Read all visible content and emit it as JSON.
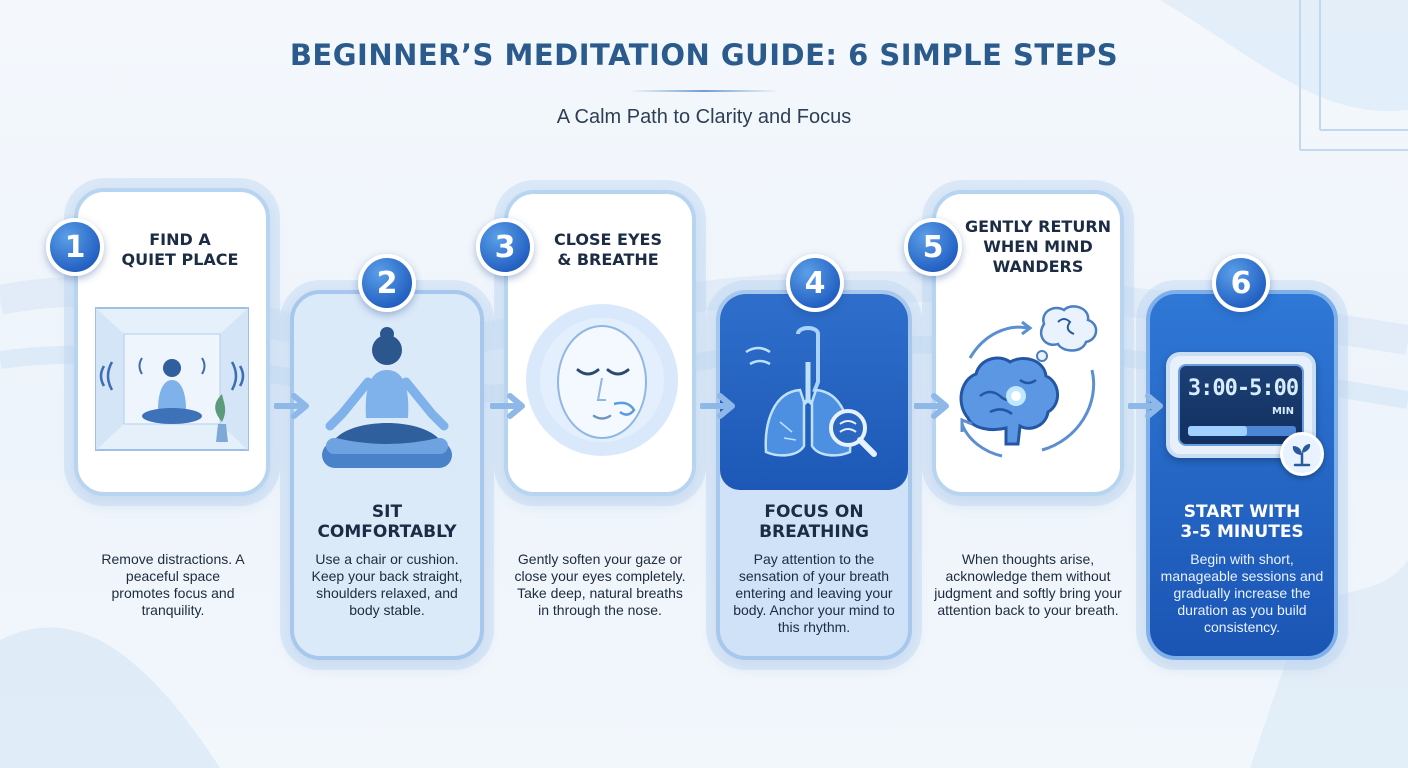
{
  "header": {
    "title": "BEGINNER’S MEDITATION GUIDE: 6 SIMPLE STEPS",
    "subtitle": "A Calm Path to Clarity and Focus"
  },
  "steps": [
    {
      "number": "1",
      "title": "FIND A\nQUIET PLACE",
      "description": "Remove distractions. A peaceful space promotes focus and tranquility."
    },
    {
      "number": "2",
      "title": "SIT\nCOMFORTABLY",
      "description": "Use a chair or cushion. Keep your back straight, shoulders relaxed, and body stable."
    },
    {
      "number": "3",
      "title": "CLOSE EYES\n& BREATHE",
      "description": "Gently soften your gaze or close your eyes completely. Take deep, natural breaths in through the nose."
    },
    {
      "number": "4",
      "title": "FOCUS ON\nBREATHING",
      "description": "Pay attention to the sensation of your breath entering and leaving your body. Anchor your mind to this rhythm."
    },
    {
      "number": "5",
      "title": "GENTLY RETURN\nWHEN MIND\nWANDERS",
      "description": "When thoughts arise, acknowledge them without judgment and softly bring your attention back to your breath."
    },
    {
      "number": "6",
      "title": "START WITH\n3-5 MINUTES",
      "description": "Begin with short, manageable sessions and gradually increase the duration as you build consistency."
    }
  ],
  "timer": {
    "display": "3:00-5:00",
    "unit": "MIN"
  },
  "colors": {
    "accent": "#2563c4",
    "title": "#2b5a8c",
    "card_border": "#b7d4f1",
    "step6_card": "#1b55b4"
  }
}
